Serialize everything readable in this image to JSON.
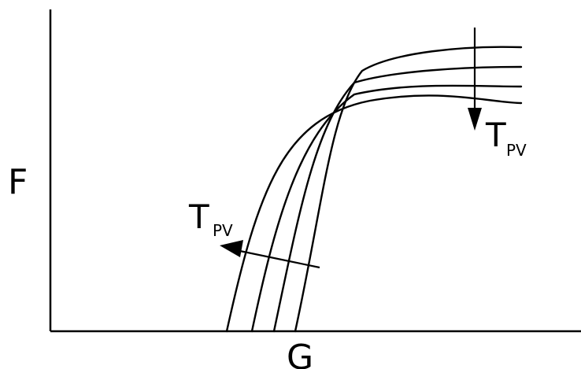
{
  "axes": {
    "y_label": "F",
    "x_label": "G"
  },
  "annotations": {
    "right_arrow_label": "T",
    "right_arrow_subscript": "PV",
    "left_arrow_label": "T",
    "left_arrow_subscript": "PV"
  },
  "curves": {
    "count": 4
  }
}
